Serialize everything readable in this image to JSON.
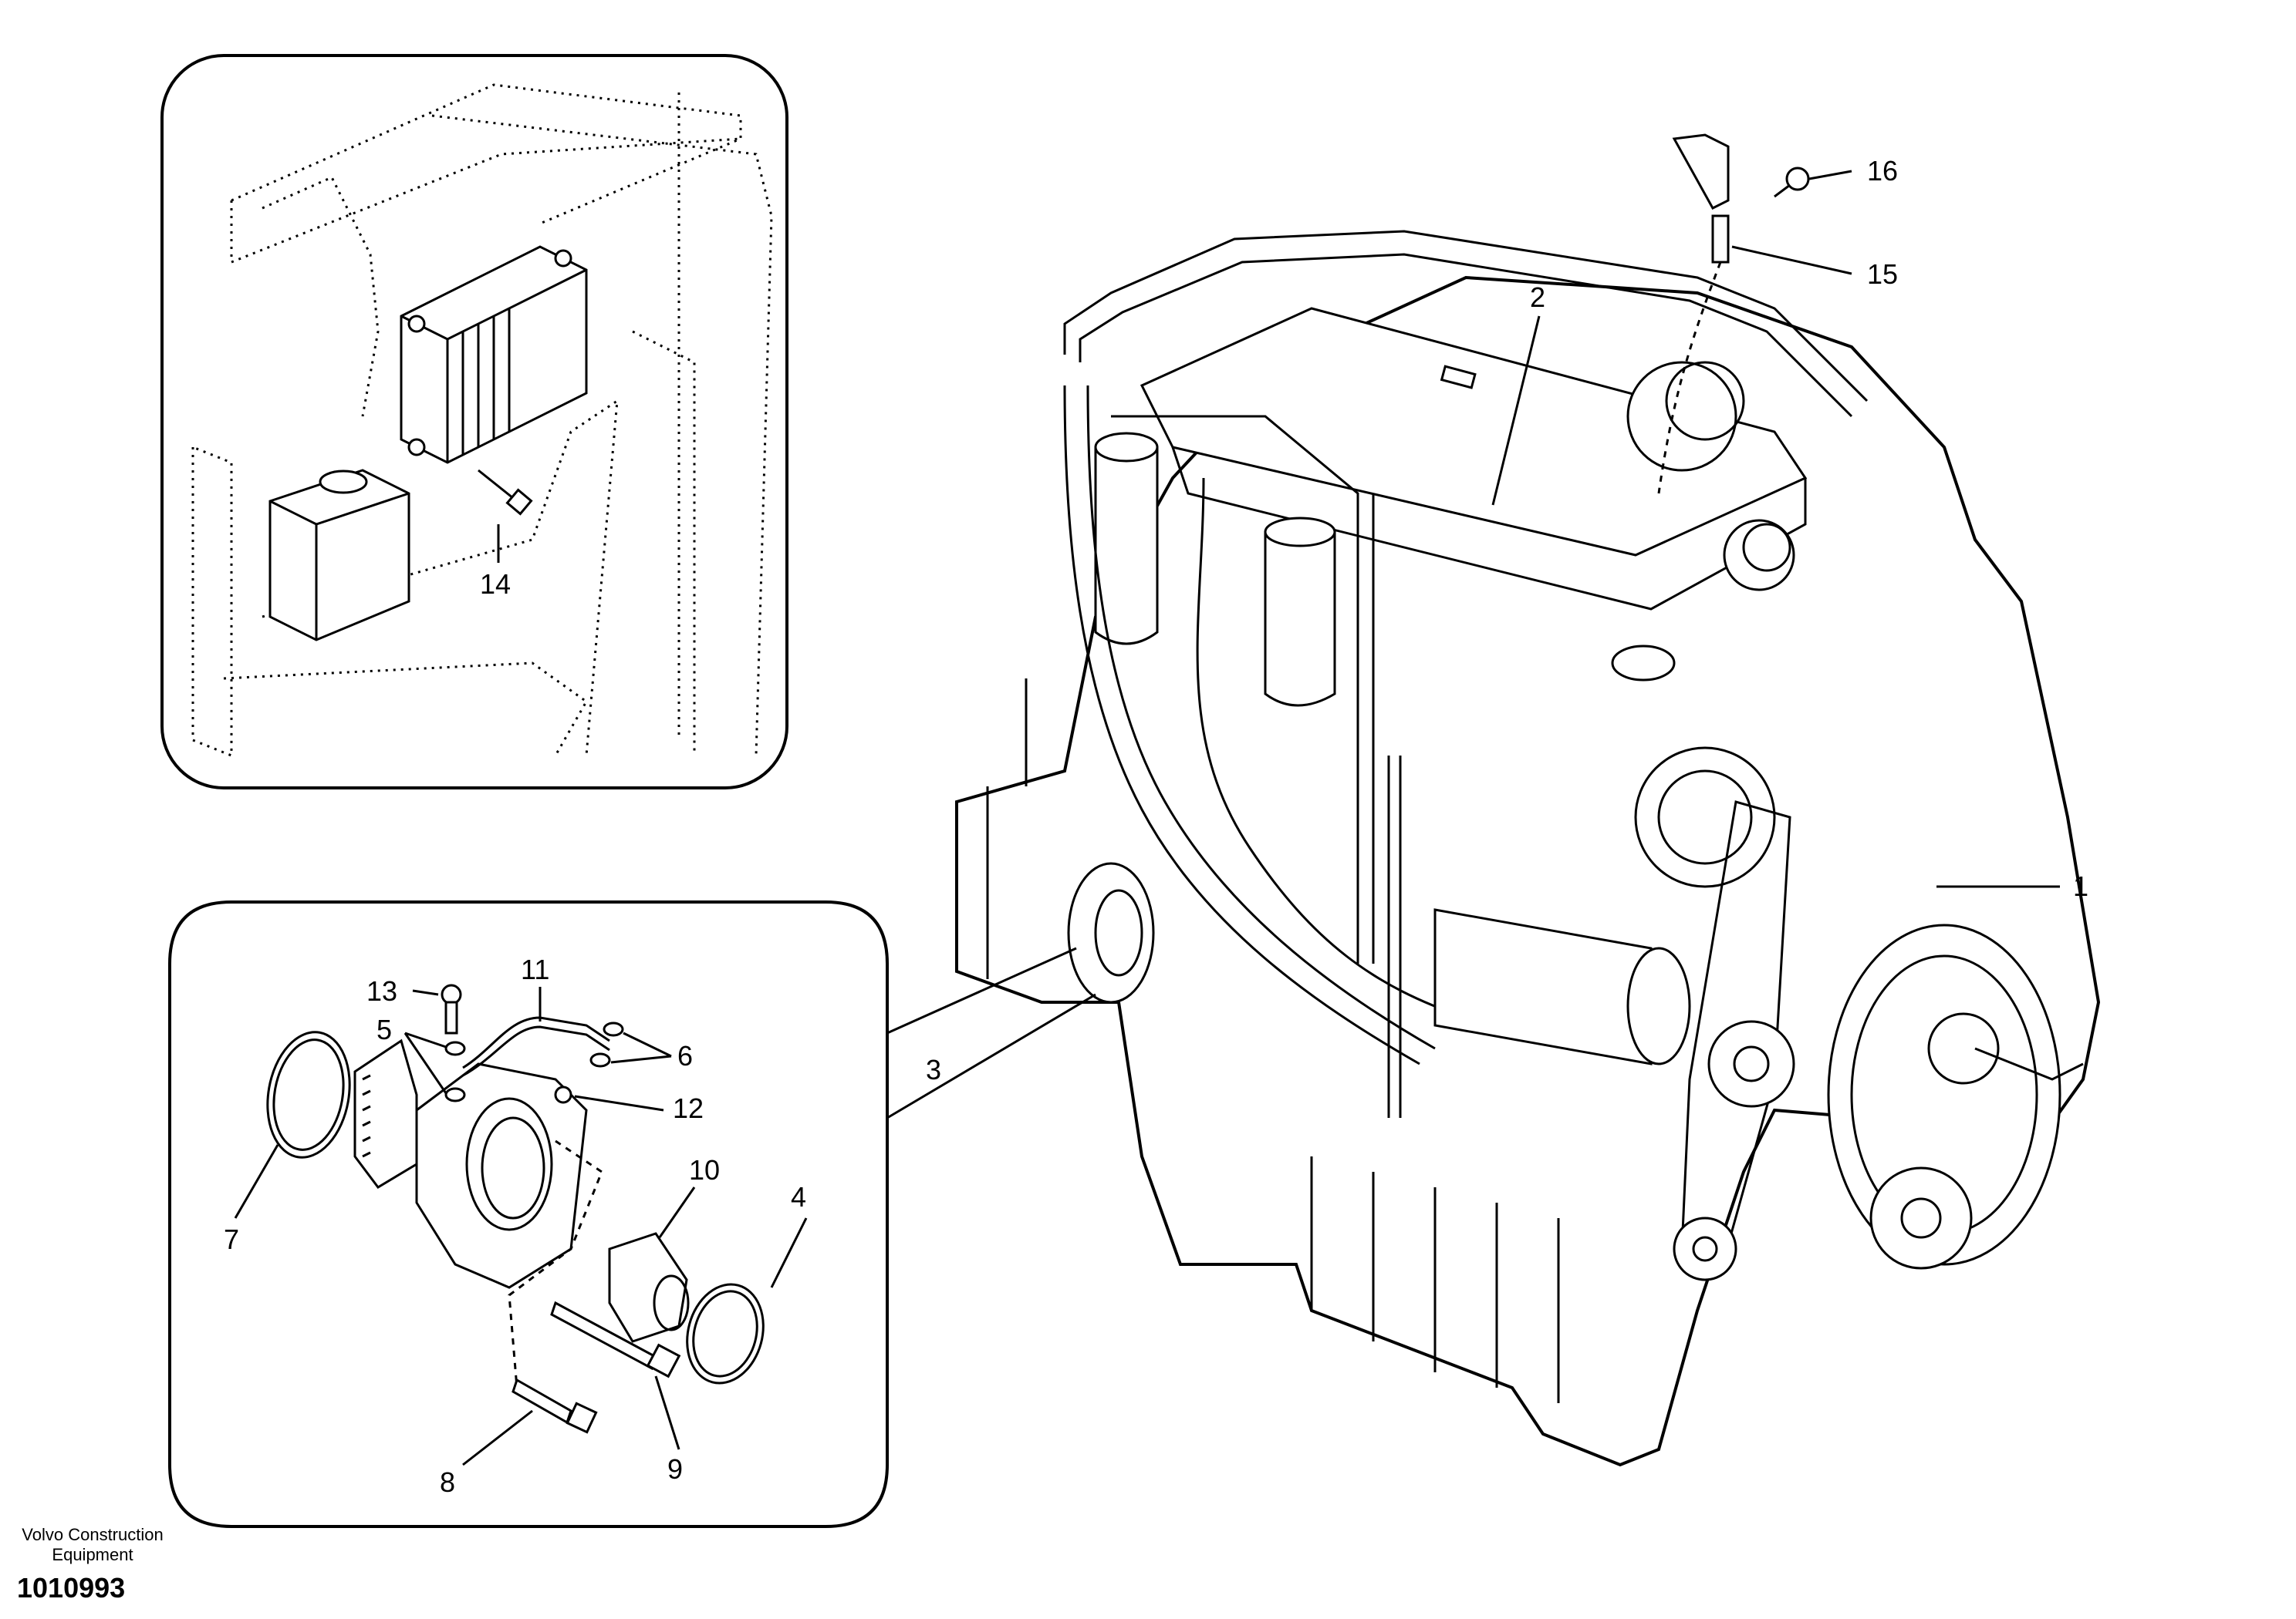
{
  "callouts": {
    "c1": "1",
    "c2": "2",
    "c3": "3",
    "c4": "4",
    "c5": "5",
    "c6": "6",
    "c7": "7",
    "c8": "8",
    "c9": "9",
    "c10": "10",
    "c11": "11",
    "c12": "12",
    "c13": "13",
    "c14": "14",
    "c15": "15",
    "c16": "16"
  },
  "footer": {
    "brand_line1": "Volvo Construction",
    "brand_line2": "Equipment",
    "drawing_number": "1010993"
  }
}
